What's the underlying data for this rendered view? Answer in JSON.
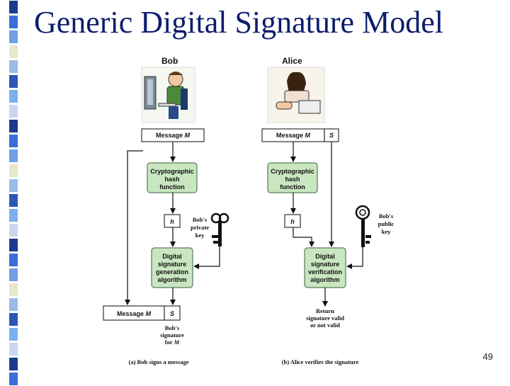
{
  "slide": {
    "title": "Generic Digital Signature Model",
    "page_number": "49"
  },
  "strip_colors": [
    "#1a3a8a",
    "#3b6fd6",
    "#6fa0e8",
    "#e8e8c8",
    "#9bbbe8",
    "#2c55b8",
    "#7ab0ee",
    "#c8d8ef"
  ],
  "diagram": {
    "bob": "Bob",
    "alice": "Alice",
    "message_label": "Message",
    "message_var": "M",
    "s_label": "S",
    "hash_line1": "Cryptographic",
    "hash_line2": "hash",
    "hash_line3": "function",
    "h_label": "h",
    "bob_private_key_1": "Bob's",
    "bob_private_key_2": "private",
    "bob_private_key_3": "key",
    "bob_public_key_1": "Bob's",
    "bob_public_key_2": "public",
    "bob_public_key_3": "key",
    "gen_line1": "Digital",
    "gen_line2": "signature",
    "gen_line3": "generation",
    "gen_line4": "algorithm",
    "ver_line1": "Digital",
    "ver_line2": "signature",
    "ver_line3": "verification",
    "ver_line4": "algorithm",
    "bob_sig_1": "Bob's",
    "bob_sig_2": "signature",
    "bob_sig_3": "for",
    "bob_sig_4": "M",
    "return_1": "Return",
    "return_2": "signature valid",
    "return_3": "or not valid",
    "caption_a": "(a) Bob signs a message",
    "caption_b": "(b) Alice verifies the signature"
  },
  "colors": {
    "title": "#0c1d6c",
    "box_green": "#c8e6c0",
    "box_border": "#5a7a5a"
  },
  "icons": {
    "bob_person": "person-at-computer-icon",
    "alice_person": "person-with-laptop-icon",
    "private_key": "key-icon",
    "public_key": "key-icon"
  }
}
